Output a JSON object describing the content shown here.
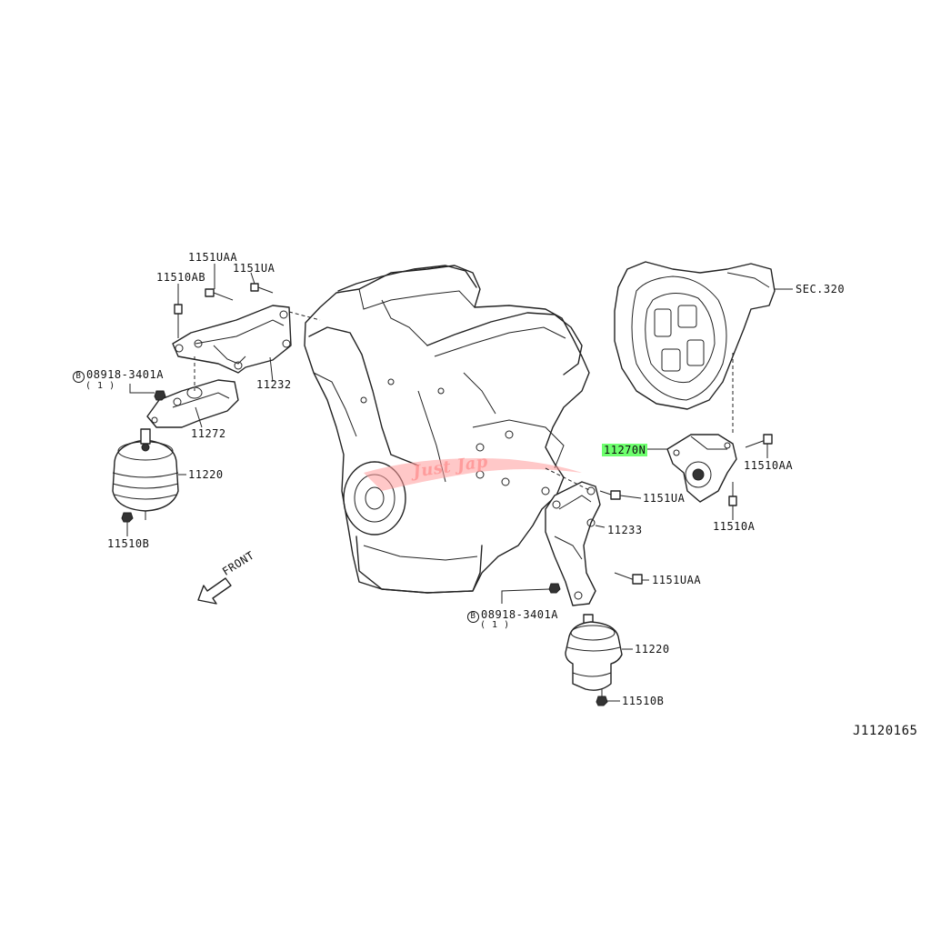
{
  "diagram": {
    "code": "J1120165",
    "front_label": "FRONT",
    "watermark": "Just Jap",
    "parts": {
      "p11510ab": "11510AB",
      "p1151uaa_top": "1151UAA",
      "p1151ua_top": "1151UA",
      "p08918_left": "08918-3401A",
      "p08918_left_qty": "( 1 )",
      "p11232": "11232",
      "p11272": "11272",
      "p11220_left": "11220",
      "p11510b_left": "11510B",
      "psec320": "SEC.320",
      "p11270n": "11270N",
      "p11510aa": "11510AA",
      "p1151ua_mid": "1151UA",
      "p11510a": "11510A",
      "p11233": "11233",
      "p1151uaa_mid": "1151UAA",
      "p08918_right": "08918-3401A",
      "p08918_right_qty": "( 1 )",
      "p11220_right": "11220",
      "p11510b_right": "11510B"
    },
    "b_marker": "B",
    "highlight_color": "#6dff6d"
  }
}
